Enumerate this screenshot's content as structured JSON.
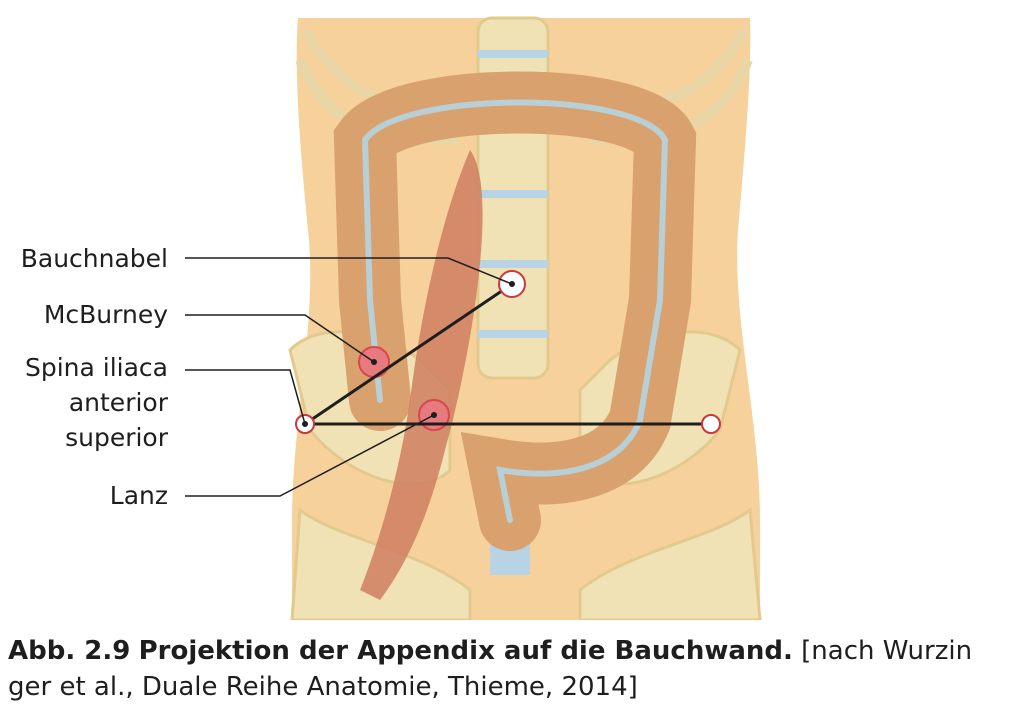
{
  "labels": {
    "bauchnabel": "Bauchnabel",
    "mcburney": "McBurney",
    "spina_line1": "Spina iliaca",
    "spina_line2": "anterior",
    "spina_line3": "superior",
    "lanz": "Lanz"
  },
  "caption": {
    "number": "Abb. 2.9",
    "title": "Projektion der Appendix auf die Bauchwand.",
    "source_line1": " [nach Wurzin",
    "source_line2": "ger et al., Duale Reihe Anatomie, Thieme, 2014]"
  },
  "colors": {
    "skin": "#f7d19b",
    "colon": "#d9a16d",
    "bone": "#f0e2b4",
    "vertebra_disc": "#b8d3e3",
    "muscle": "#cf7f62",
    "point_highlight": "#e67a7e",
    "line": "#1e1e1e"
  }
}
